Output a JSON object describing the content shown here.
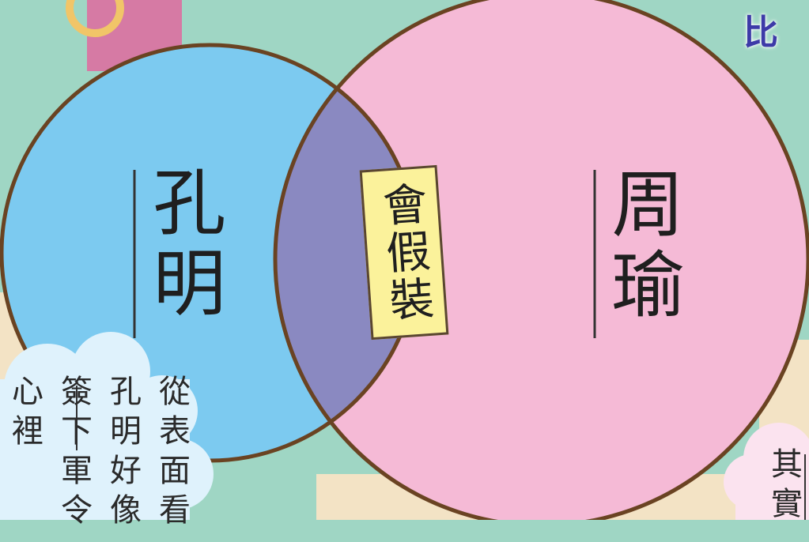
{
  "badge": "比",
  "diagram": {
    "left_label": "孔明",
    "right_label": "周瑜",
    "overlap_label": "會假裝"
  },
  "cloud_left": {
    "text": "從表面看孔明好像簽下軍令心裡"
  },
  "cloud_right": {
    "text": "其實"
  },
  "colors": {
    "background": "#9fd6c4",
    "left_circle": "#7ccaf0",
    "right_circle": "#f5bad6",
    "overlap": "#8a89c1",
    "outline": "#6a4322",
    "tag": "#fbf29b"
  }
}
